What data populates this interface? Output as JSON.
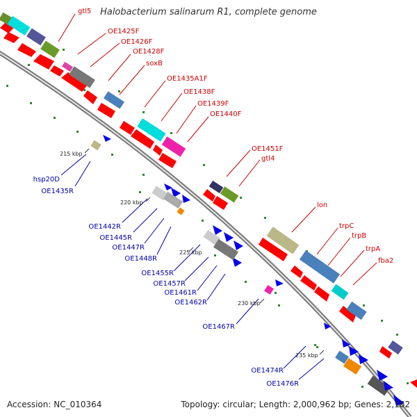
{
  "title": "Halobacterium salinarum R1, complete genome",
  "footer": {
    "accession": "Accession: NC_010364",
    "topology": "Topology: circular; Length: 2,000,962 bp; Genes: 2,162"
  },
  "colors": {
    "backbone": "#888888",
    "forward_label": "#cc0000",
    "reverse_label": "#0000aa",
    "forward_gene": "#ff0000",
    "reverse_gene": "#0000ee",
    "tick_dot": "#228822"
  },
  "scale_labels": [
    "215 kbp",
    "220 kbp",
    "225 kbp",
    "230 kbp",
    "235 kbp"
  ],
  "forward_labels": [
    "gtl5",
    "OE1425F",
    "OE1426F",
    "OE1428F",
    "soxB",
    "OE1435A1F",
    "OE1438F",
    "OE1439F",
    "OE1440F",
    "OE1451F",
    "gtl4",
    "lon",
    "trpC",
    "trpB",
    "trpA",
    "fba2"
  ],
  "reverse_labels": [
    "hsp20D",
    "OE1435R",
    "OE1442R",
    "OE1445R",
    "OE1447R",
    "OE1448R",
    "OE1455R",
    "OE1457R",
    "OE1461R",
    "OE1462R",
    "OE1467R",
    "OE1474R",
    "OE1476R"
  ]
}
